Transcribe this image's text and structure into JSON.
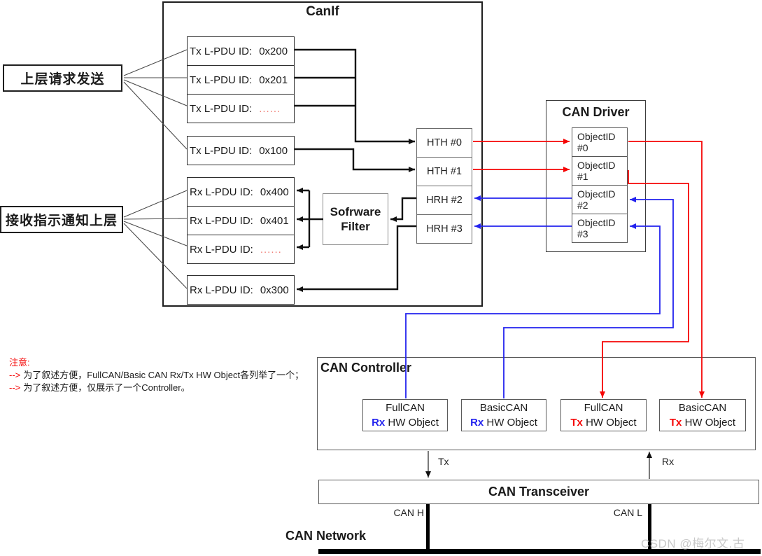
{
  "canif": {
    "title": "CanIf"
  },
  "left_labels": {
    "upper": "上层请求发送",
    "lower": "接收指示通知上层"
  },
  "tx_group": [
    {
      "label": "Tx L-PDU ID:",
      "value": "0x200"
    },
    {
      "label": "Tx L-PDU ID:",
      "value": "0x201"
    },
    {
      "label": "Tx L-PDU ID:",
      "value": "......"
    }
  ],
  "tx_single": {
    "label": "Tx L-PDU ID:",
    "value": "0x100"
  },
  "rx_group": [
    {
      "label": "Rx L-PDU ID:",
      "value": "0x400"
    },
    {
      "label": "Rx L-PDU ID:",
      "value": "0x401"
    },
    {
      "label": "Rx L-PDU ID:",
      "value": "......"
    }
  ],
  "rx_single": {
    "label": "Rx L-PDU ID:",
    "value": "0x300"
  },
  "software_filter": {
    "line1": "Sofrware",
    "line2": "Filter"
  },
  "handles": [
    "HTH #0",
    "HTH #1",
    "HRH #2",
    "HRH #3"
  ],
  "can_driver": {
    "title": "CAN Driver",
    "objects": [
      "ObjectID #0",
      "ObjectID #1",
      "ObjectID #2",
      "ObjectID #3"
    ]
  },
  "note": {
    "heading": "注意:",
    "lines": [
      {
        "arrow": "-->",
        "text": "为了叙述方便，FullCAN/Basic CAN Rx/Tx HW Object各列举了一个；"
      },
      {
        "arrow": "-->",
        "text": "为了叙述方便，仅展示了一个Controller。"
      }
    ]
  },
  "can_controller": {
    "title": "CAN Controller",
    "hw_objects": [
      {
        "line1": "FullCAN",
        "dir": "Rx",
        "rest": " HW Object"
      },
      {
        "line1": "BasicCAN",
        "dir": "Rx",
        "rest": " HW Object"
      },
      {
        "line1": "FullCAN",
        "dir": "Tx",
        "rest": " HW Object"
      },
      {
        "line1": "BasicCAN",
        "dir": "Tx",
        "rest": " HW Object"
      }
    ]
  },
  "transceiver": {
    "title": "CAN Transceiver"
  },
  "signals": {
    "tx": "Tx",
    "rx": "Rx",
    "can_h": "CAN H",
    "can_l": "CAN L"
  },
  "network_label": "CAN Network",
  "watermark": "CSDN @梅尔文.古",
  "colors": {
    "red": "#f50505",
    "blue": "#2222ee",
    "dots": "#f08078",
    "watermark": "#c9c9c9"
  }
}
